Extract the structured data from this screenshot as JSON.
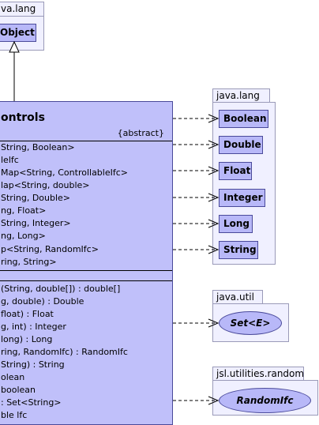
{
  "top_package": {
    "name": "va.lang",
    "class": "Object"
  },
  "main_class": {
    "title": "ontrols",
    "stereotype": "{abstract}",
    "attributes": [
      "String, Boolean>",
      "lelfc",
      " Map<String, ControllableIfc>",
      "lap<String, double>",
      "String, Double>",
      "ng, Float>",
      "String, Integer>",
      "ng, Long>",
      "p<String, RandomIfc>",
      "ring, String>"
    ],
    "operations": [
      "(String, double[]) : double[]",
      "g, double) : Double",
      "float) : Float",
      "g, int) : Integer",
      "long) : Long",
      "ring, RandomIfc) : RandomIfc",
      " String) : String",
      "olean",
      "boolean",
      ": Set<String>",
      "ble lfc"
    ]
  },
  "packages": {
    "java_lang": {
      "name": "java.lang",
      "classes": [
        "Boolean",
        "Double",
        "Float",
        "Integer",
        "Long",
        "String"
      ]
    },
    "java_util": {
      "name": "java.util",
      "interface": "Set<E>"
    },
    "jsl_random": {
      "name": "jsl.utilities.random",
      "interface": "RandomIfc"
    }
  },
  "colors": {
    "class_fill": "#b8b8f8",
    "main_fill": "#c0c0fa",
    "package_fill": "#f0f0ff",
    "border": "#4a4a9a"
  }
}
